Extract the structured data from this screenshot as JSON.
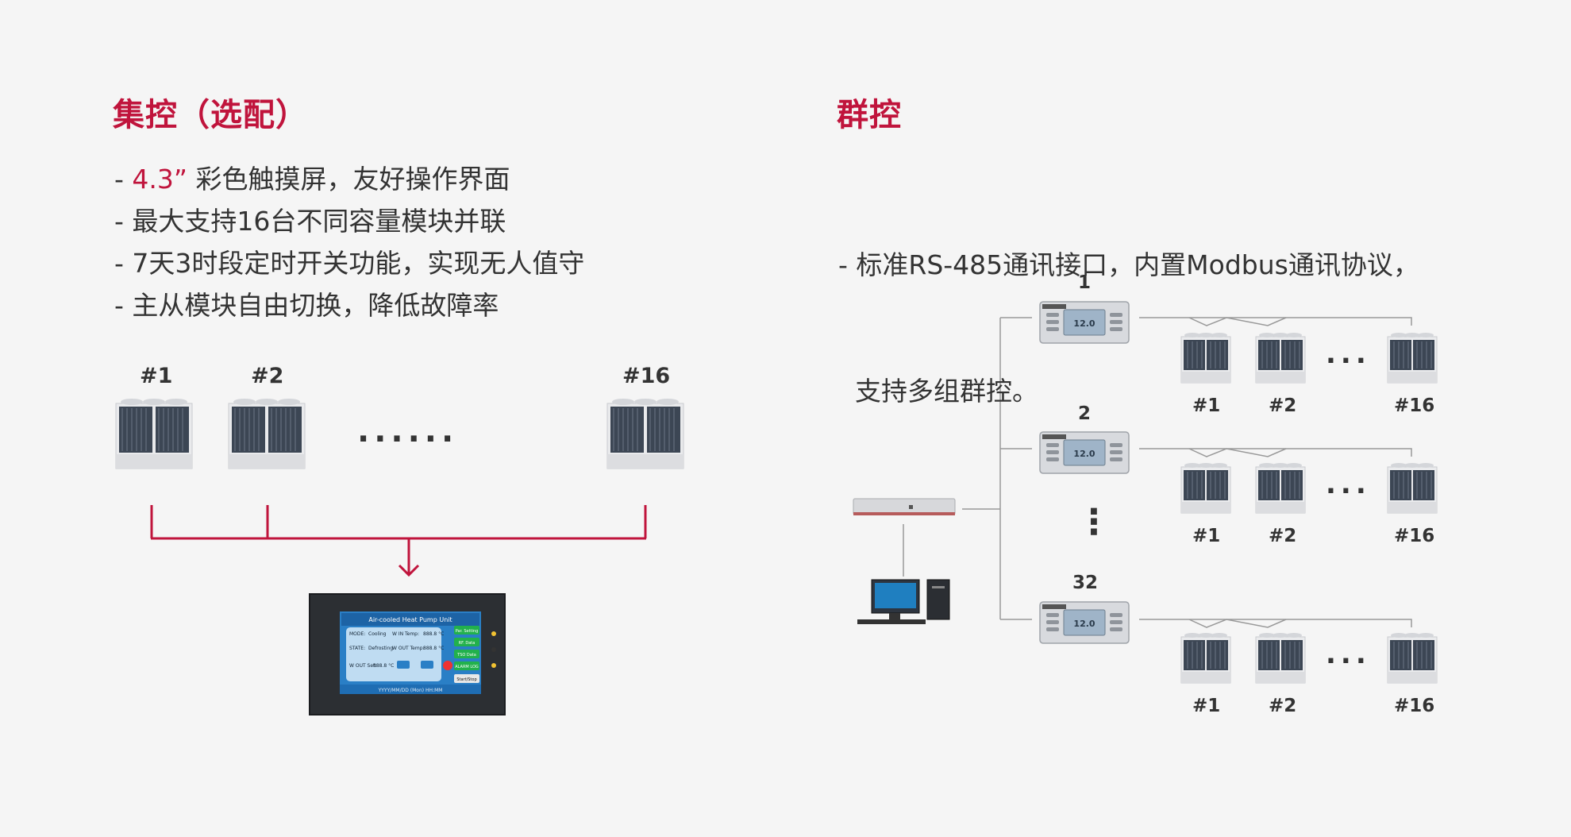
{
  "left": {
    "title": "集控（选配）",
    "bullets": [
      {
        "prefix": "- ",
        "highlight": "4.3”",
        "text": " 彩色触摸屏，友好操作界面"
      },
      {
        "prefix": "- ",
        "highlight": "",
        "text": "最大支持16台不同容量模块并联"
      },
      {
        "prefix": "- ",
        "highlight": "",
        "text": "7天3时段定时开关功能，实现无人值守"
      },
      {
        "prefix": "- ",
        "highlight": "",
        "text": "主从模块自由切换，降低故障率"
      }
    ],
    "units": [
      "#1",
      "#2",
      "#16"
    ],
    "ellipsis": "......",
    "screen": {
      "title": "Air-cooled Heat Pump Unit",
      "mode_label": "MODE:",
      "mode_value": "Cooling",
      "win_label": "W IN Temp:",
      "win_value": "888.8 °C",
      "state_label": "STATE:",
      "state_value": "Defrosting",
      "wout_label": "W OUT Temp:",
      "wout_value": "888.8 °C",
      "set_label": "W OUT Set:",
      "set_value": "888.8 °C",
      "buttons": [
        "Par. Setting",
        "RF. Data",
        "TSO Data",
        "ALARM LOG",
        "Start/Stop"
      ],
      "footer": "YYYY/MM/DD (Mon) HH:MM"
    }
  },
  "right": {
    "title": "群控",
    "bullets": [
      "- 标准RS-485通讯接口，内置Modbus通讯协议，",
      "  支持多组群控。"
    ],
    "controllers": [
      {
        "label": "1",
        "display": "12.0"
      },
      {
        "label": "2",
        "display": "12.0"
      },
      {
        "label": "32",
        "display": "12.0"
      }
    ],
    "unit_labels": [
      "#1",
      "#2",
      "#16"
    ],
    "ellipsis": "...",
    "vertical_ellipsis": "⋮"
  },
  "colors": {
    "accent": "#c0143c",
    "text": "#333333",
    "background": "#f5f5f5",
    "line": "#999999"
  }
}
